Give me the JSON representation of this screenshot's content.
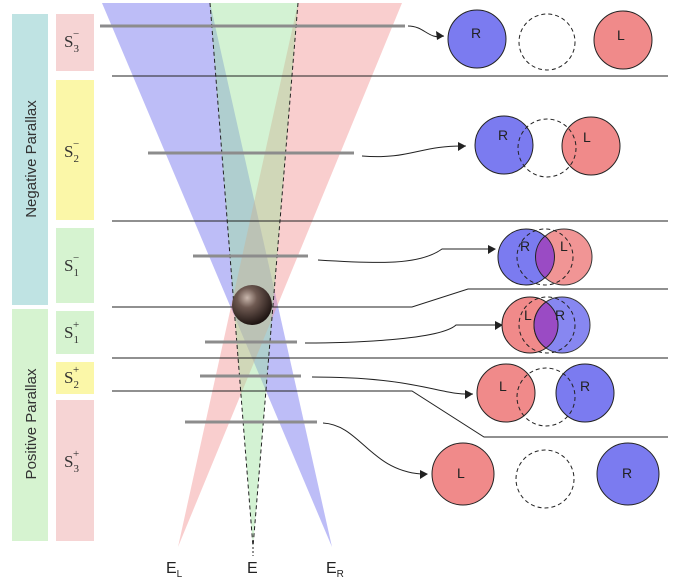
{
  "regions": {
    "negative": {
      "label": "Negative Parallax",
      "color": "#bfe3e3"
    },
    "positive": {
      "label": "Positive Parallax",
      "color": "#d6f3d0"
    }
  },
  "screens": [
    {
      "id": "s3-neg",
      "base": "S",
      "sub": "3",
      "sup": "−",
      "color": "#f6d4d4"
    },
    {
      "id": "s2-neg",
      "base": "S",
      "sub": "2",
      "sup": "−",
      "color": "#fbf7a8"
    },
    {
      "id": "s1-neg",
      "base": "S",
      "sub": "1",
      "sup": "−",
      "color": "#d6f3d0"
    },
    {
      "id": "s1-pos",
      "base": "S",
      "sub": "1",
      "sup": "+",
      "color": "#d6f3d0"
    },
    {
      "id": "s2-pos",
      "base": "S",
      "sub": "2",
      "sup": "+",
      "color": "#fbf7a8"
    },
    {
      "id": "s3-pos",
      "base": "S",
      "sub": "3",
      "sup": "+",
      "color": "#f6d4d4"
    }
  ],
  "eyes": {
    "left": {
      "base": "E",
      "sub": "L"
    },
    "center": {
      "base": "E",
      "sub": ""
    },
    "right": {
      "base": "E",
      "sub": "R"
    }
  },
  "image_pairs": [
    {
      "id": "s3-neg",
      "left_letter": "R",
      "right_letter": "L"
    },
    {
      "id": "s2-neg",
      "left_letter": "R",
      "right_letter": "L"
    },
    {
      "id": "s1-neg",
      "left_letter": "R",
      "right_letter": "L"
    },
    {
      "id": "s1-pos",
      "left_letter": "L",
      "right_letter": "R"
    },
    {
      "id": "s2-pos",
      "left_letter": "L",
      "right_letter": "R"
    },
    {
      "id": "s3-pos",
      "left_letter": "L",
      "right_letter": "R"
    }
  ],
  "colors": {
    "right_eye": "#7b7bf0",
    "left_eye": "#f08a8a",
    "center_eye": "#9ee39e",
    "overlap": "#9a4bc4",
    "screen_bar": "#8c8c8c",
    "object": "#3a2a25"
  }
}
